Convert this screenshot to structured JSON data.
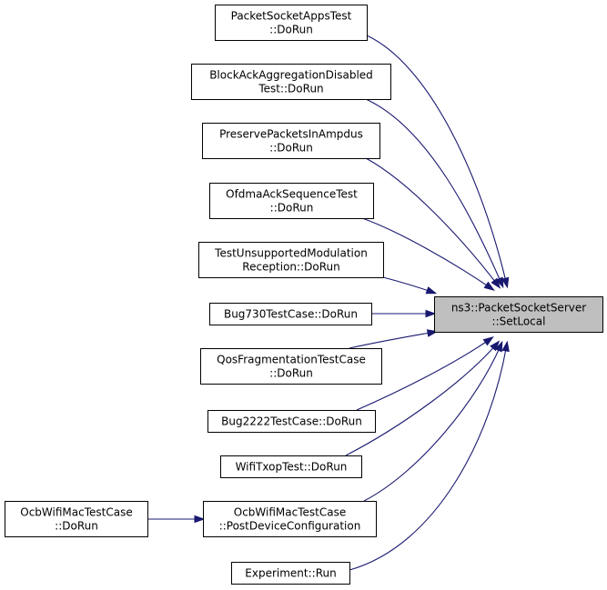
{
  "graph": {
    "target": {
      "id": "target",
      "lines": [
        "ns3::PacketSocketServer",
        "::SetLocal"
      ],
      "color": "#bfbfbf"
    },
    "callers": [
      {
        "id": "n1",
        "lines": [
          "PacketSocketAppsTest",
          "::DoRun"
        ]
      },
      {
        "id": "n2",
        "lines": [
          "BlockAckAggregationDisabled",
          "Test::DoRun"
        ]
      },
      {
        "id": "n3",
        "lines": [
          "PreservePacketsInAmpdus",
          "::DoRun"
        ]
      },
      {
        "id": "n4",
        "lines": [
          "OfdmaAckSequenceTest",
          "::DoRun"
        ]
      },
      {
        "id": "n5",
        "lines": [
          "TestUnsupportedModulation",
          "Reception::DoRun"
        ]
      },
      {
        "id": "n6",
        "lines": [
          "Bug730TestCase::DoRun"
        ]
      },
      {
        "id": "n7",
        "lines": [
          "QosFragmentationTestCase",
          "::DoRun"
        ]
      },
      {
        "id": "n8",
        "lines": [
          "Bug2222TestCase::DoRun"
        ]
      },
      {
        "id": "n9",
        "lines": [
          "WifiTxopTest::DoRun"
        ]
      },
      {
        "id": "n10",
        "lines": [
          "OcbWifiMacTestCase",
          "::PostDeviceConfiguration"
        ]
      },
      {
        "id": "n11",
        "lines": [
          "Experiment::Run"
        ]
      },
      {
        "id": "n12",
        "lines": [
          "OcbWifiMacTestCase",
          "::DoRun"
        ]
      }
    ],
    "edges": [
      {
        "from": "n1",
        "to": "target"
      },
      {
        "from": "n2",
        "to": "target"
      },
      {
        "from": "n3",
        "to": "target"
      },
      {
        "from": "n4",
        "to": "target"
      },
      {
        "from": "n5",
        "to": "target"
      },
      {
        "from": "n6",
        "to": "target"
      },
      {
        "from": "n7",
        "to": "target"
      },
      {
        "from": "n8",
        "to": "target"
      },
      {
        "from": "n9",
        "to": "target"
      },
      {
        "from": "n10",
        "to": "target"
      },
      {
        "from": "n11",
        "to": "target"
      },
      {
        "from": "n12",
        "to": "n10"
      }
    ],
    "edge_color": "#191970"
  }
}
